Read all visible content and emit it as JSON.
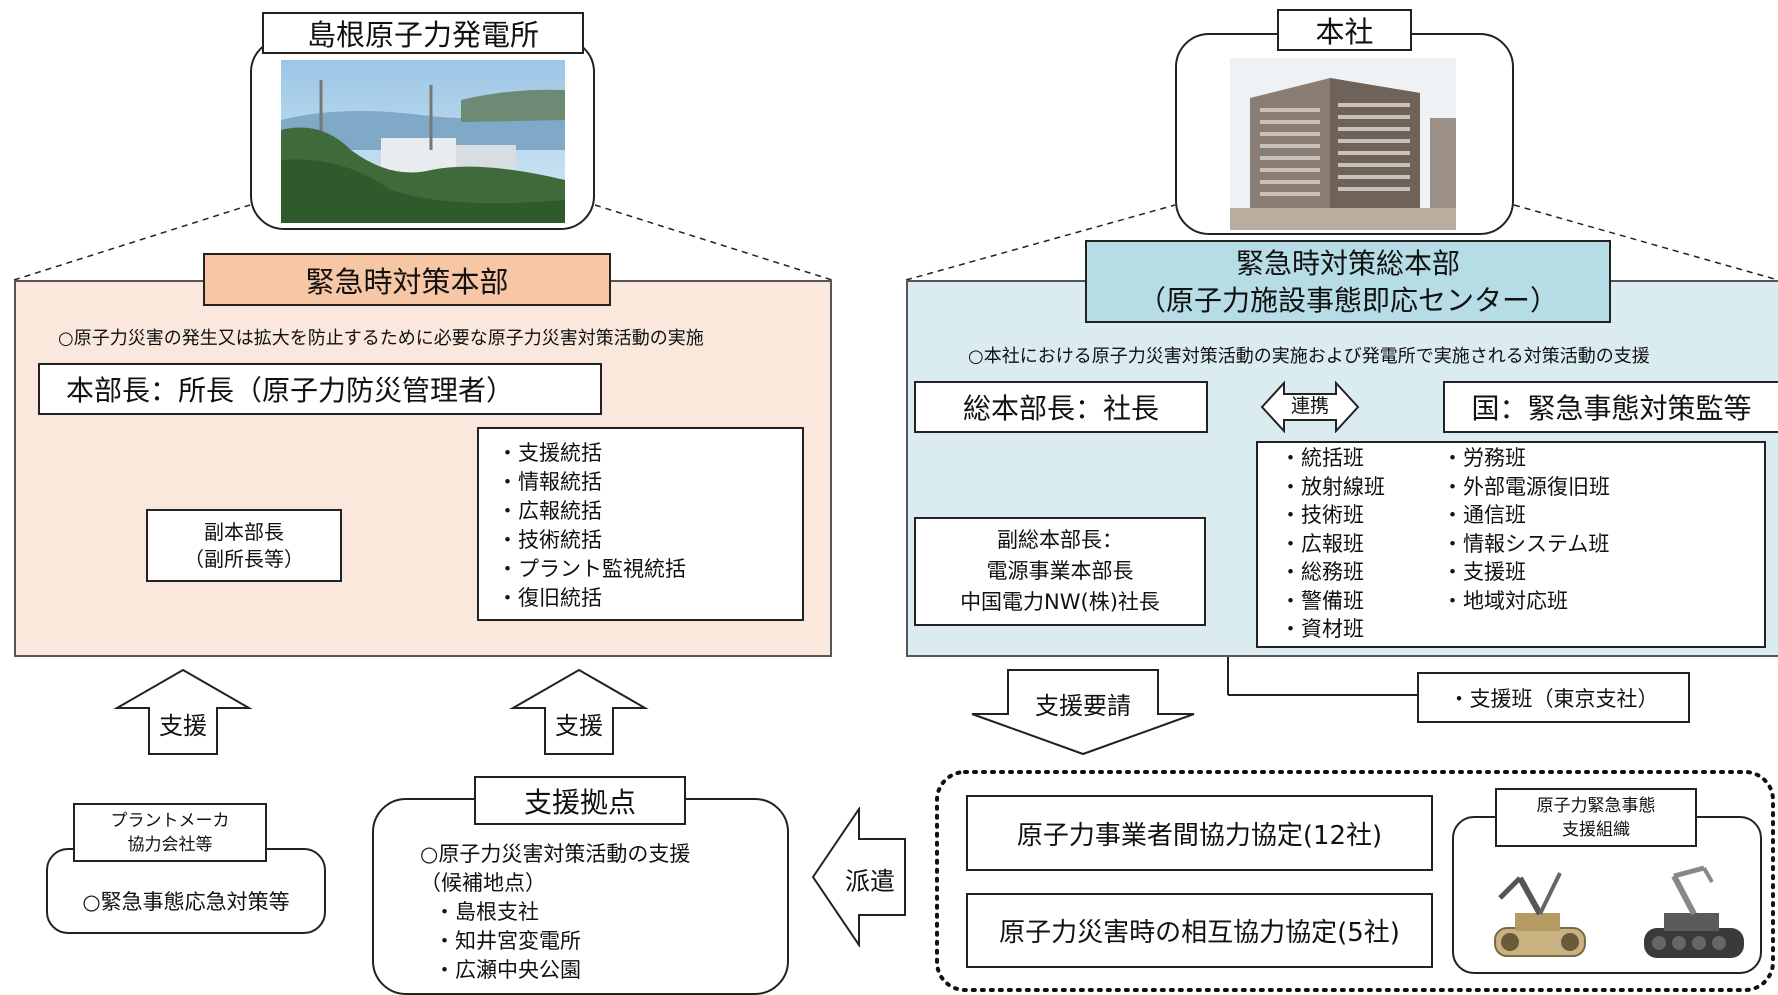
{
  "left_site": {
    "title": "島根原子力発電所",
    "hq": {
      "title": "緊急時対策本部",
      "purpose": "○原子力災害の発生又は拡大を防止するために必要な原子力災害対策活動の実施",
      "head": "本部長：所長（原子力防災管理者）",
      "deputy_line1": "副本部長",
      "deputy_line2": "（副所長等）",
      "units": [
        "・支援統括",
        "・情報統括",
        "・広報統括",
        "・技術統括",
        "・プラント監視統括",
        "・復旧統括"
      ]
    }
  },
  "right_site": {
    "title": "本社",
    "hq": {
      "title_line1": "緊急時対策総本部",
      "title_line2": "（原子力施設事態即応センター）",
      "purpose": "○本社における原子力災害対策活動の実施および発電所で実施される対策活動の支援",
      "head": "総本部長：社長",
      "coordination": "連携",
      "national": "国：緊急事態対策監等",
      "deputy_line1": "副総本部長：",
      "deputy_line2": "電源事業本部長",
      "deputy_line3": "中国電力NW(株)社長",
      "teams_col1": [
        "・統括班",
        "・放射線班",
        "・技術班",
        "・広報班",
        "・総務班",
        "・警備班",
        "・資材班"
      ],
      "teams_col2": [
        "・労務班",
        "・外部電源復旧班",
        "・通信班",
        "・情報システム班",
        "・支援班",
        "・地域対応班"
      ],
      "tokyo_team": "・支援班（東京支社）"
    }
  },
  "support_label_1": "支援",
  "support_label_2": "支援",
  "support_request": "支援要請",
  "dispatch": "派遣",
  "plant_maker": {
    "title_line1": "プラントメーカ",
    "title_line2": "協力会社等",
    "body": "○緊急事態応急対策等"
  },
  "support_base": {
    "title": "支援拠点",
    "line1": "○原子力災害対策活動の支援",
    "line2": "（候補地点）",
    "line3": "・島根支社",
    "line4": "・知井宮変電所",
    "line5": "・広瀬中央公園"
  },
  "agreements": {
    "a1": "原子力事業者間協力協定(12社)",
    "a2": "原子力災害時の相互協力協定(5社)",
    "org_line1": "原子力緊急事態",
    "org_line2": "支援組織"
  },
  "colors": {
    "left_panel": "#fbe8dc",
    "left_title": "#f7c6a4",
    "right_panel": "#dbecf1",
    "right_title": "#b6dce6"
  }
}
